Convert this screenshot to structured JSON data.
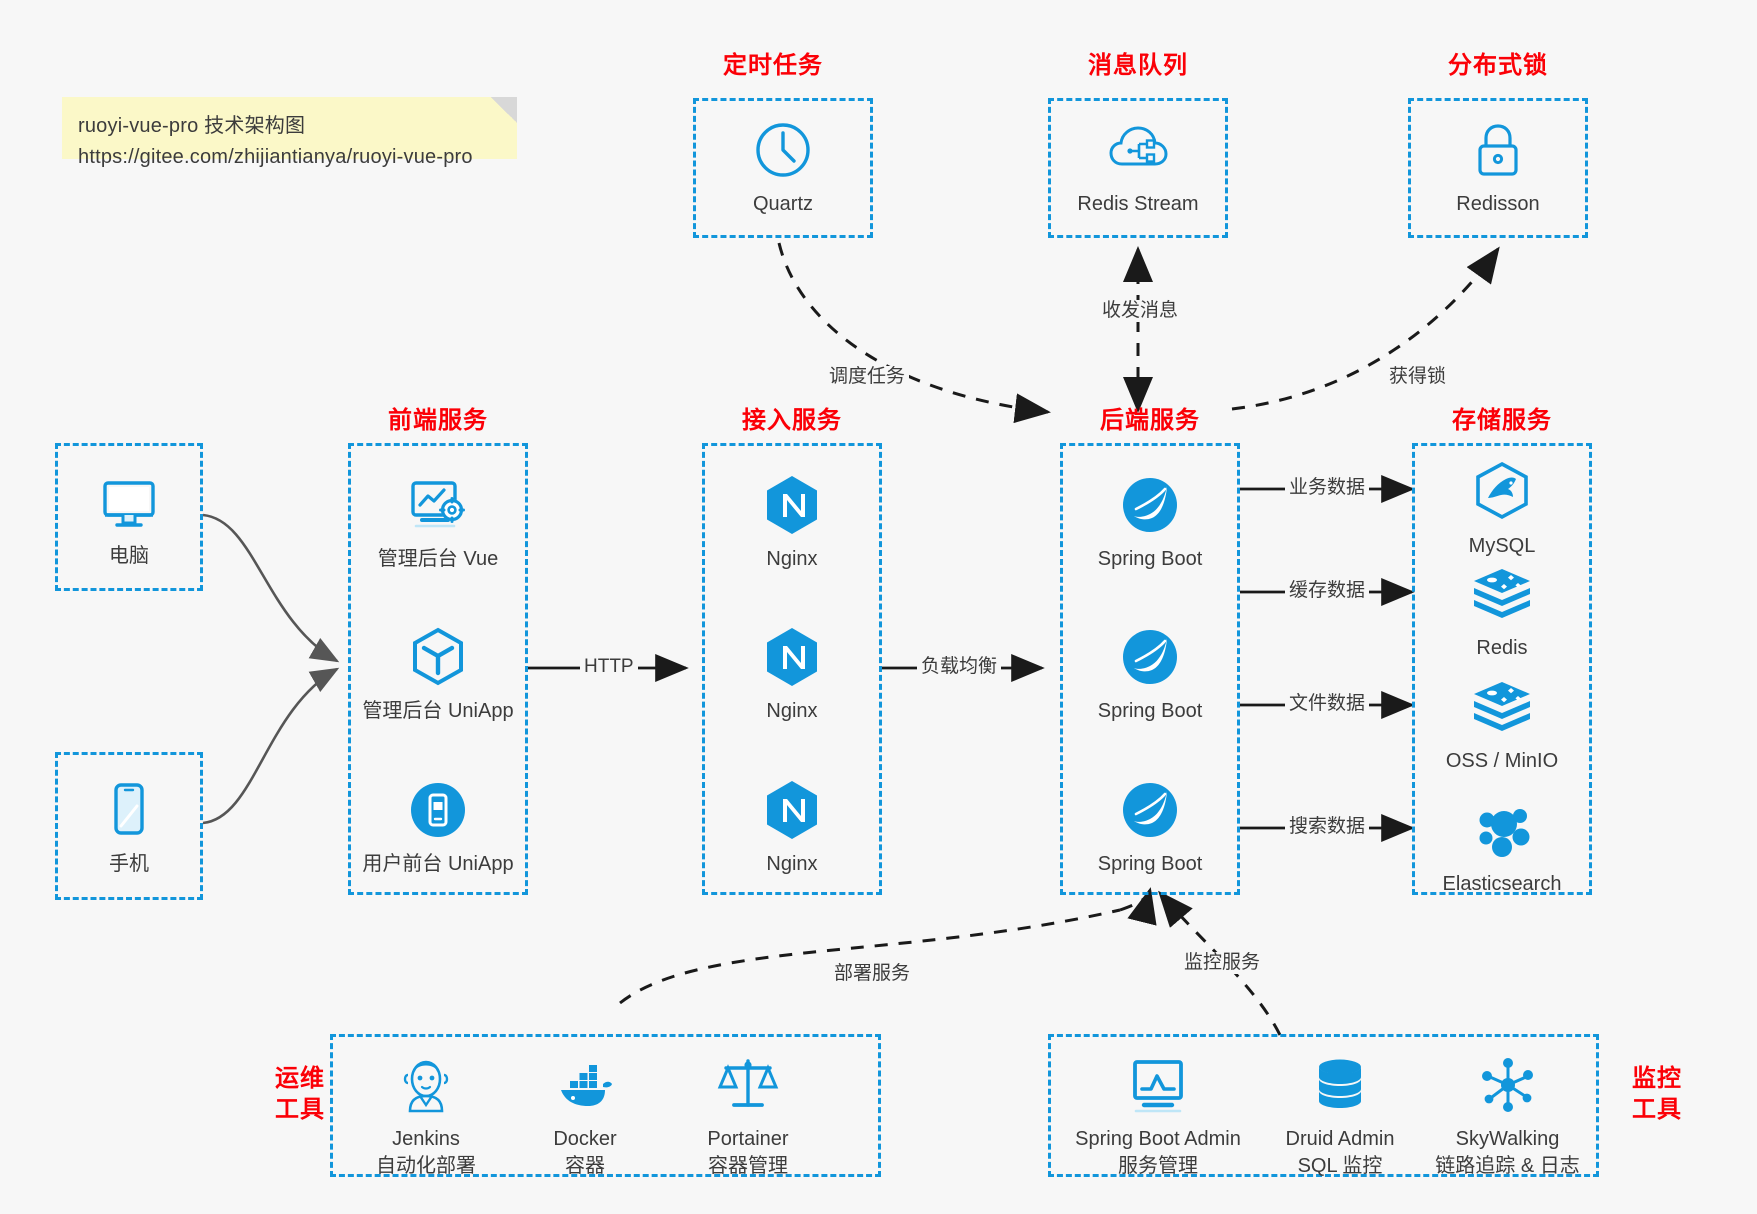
{
  "note": {
    "line1": "ruoyi-vue-pro 技术架构图",
    "line2": "https://gitee.com/zhijiantianya/ruoyi-vue-pro"
  },
  "colors": {
    "accent_blue": "#1296db",
    "title_red": "#fb0007",
    "text": "#3c3c3c",
    "background": "#f7f7f7",
    "note_bg": "#fbf8c8",
    "arrow_gray": "#565656"
  },
  "groups": {
    "scheduler": {
      "title": "定时任务"
    },
    "mq": {
      "title": "消息队列"
    },
    "lock": {
      "title": "分布式锁"
    },
    "frontend": {
      "title": "前端服务"
    },
    "gateway": {
      "title": "接入服务"
    },
    "backend": {
      "title": "后端服务"
    },
    "storage": {
      "title": "存储服务"
    },
    "devops": {
      "title_line1": "运维",
      "title_line2": "工具"
    },
    "monitor": {
      "title_line1": "监控",
      "title_line2": "工具"
    }
  },
  "clients": [
    {
      "icon": "monitor-icon",
      "label": "电脑"
    },
    {
      "icon": "phone-icon",
      "label": "手机"
    }
  ],
  "scheduler_nodes": [
    {
      "icon": "clock-icon",
      "label": "Quartz"
    }
  ],
  "mq_nodes": [
    {
      "icon": "cloud-stream-icon",
      "label": "Redis Stream"
    }
  ],
  "lock_nodes": [
    {
      "icon": "lock-icon",
      "label": "Redisson"
    }
  ],
  "frontend_nodes": [
    {
      "icon": "dashboard-gear-icon",
      "label": "管理后台 Vue"
    },
    {
      "icon": "uniapp-hexagon-icon",
      "label": "管理后台 UniApp"
    },
    {
      "icon": "mobile-app-icon",
      "label": "用户前台 UniApp"
    }
  ],
  "gateway_nodes": [
    {
      "icon": "nginx-icon",
      "label": "Nginx"
    },
    {
      "icon": "nginx-icon",
      "label": "Nginx"
    },
    {
      "icon": "nginx-icon",
      "label": "Nginx"
    }
  ],
  "backend_nodes": [
    {
      "icon": "spring-boot-icon",
      "label": "Spring Boot"
    },
    {
      "icon": "spring-boot-icon",
      "label": "Spring Boot"
    },
    {
      "icon": "spring-boot-icon",
      "label": "Spring Boot"
    }
  ],
  "storage_nodes": [
    {
      "icon": "mysql-icon",
      "label": "MySQL"
    },
    {
      "icon": "redis-icon",
      "label": "Redis"
    },
    {
      "icon": "oss-minio-icon",
      "label": "OSS / MinIO"
    },
    {
      "icon": "elasticsearch-icon",
      "label": "Elasticsearch"
    }
  ],
  "devops_nodes": [
    {
      "icon": "jenkins-icon",
      "label": "Jenkins",
      "sublabel": "自动化部署"
    },
    {
      "icon": "docker-icon",
      "label": "Docker",
      "sublabel": "容器"
    },
    {
      "icon": "portainer-icon",
      "label": "Portainer",
      "sublabel": "容器管理"
    }
  ],
  "monitor_nodes": [
    {
      "icon": "spring-boot-admin-icon",
      "label": "Spring Boot Admin",
      "sublabel": "服务管理"
    },
    {
      "icon": "druid-db-icon",
      "label": "Druid Admin",
      "sublabel": "SQL 监控"
    },
    {
      "icon": "skywalking-icon",
      "label": "SkyWalking",
      "sublabel": "链路追踪 & 日志"
    }
  ],
  "edges": [
    {
      "label": "调度任务"
    },
    {
      "label": "收发消息"
    },
    {
      "label": "获得锁"
    },
    {
      "label": "HTTP"
    },
    {
      "label": "负载均衡"
    },
    {
      "label": "业务数据"
    },
    {
      "label": "缓存数据"
    },
    {
      "label": "文件数据"
    },
    {
      "label": "搜索数据"
    },
    {
      "label": "部署服务"
    },
    {
      "label": "监控服务"
    }
  ]
}
